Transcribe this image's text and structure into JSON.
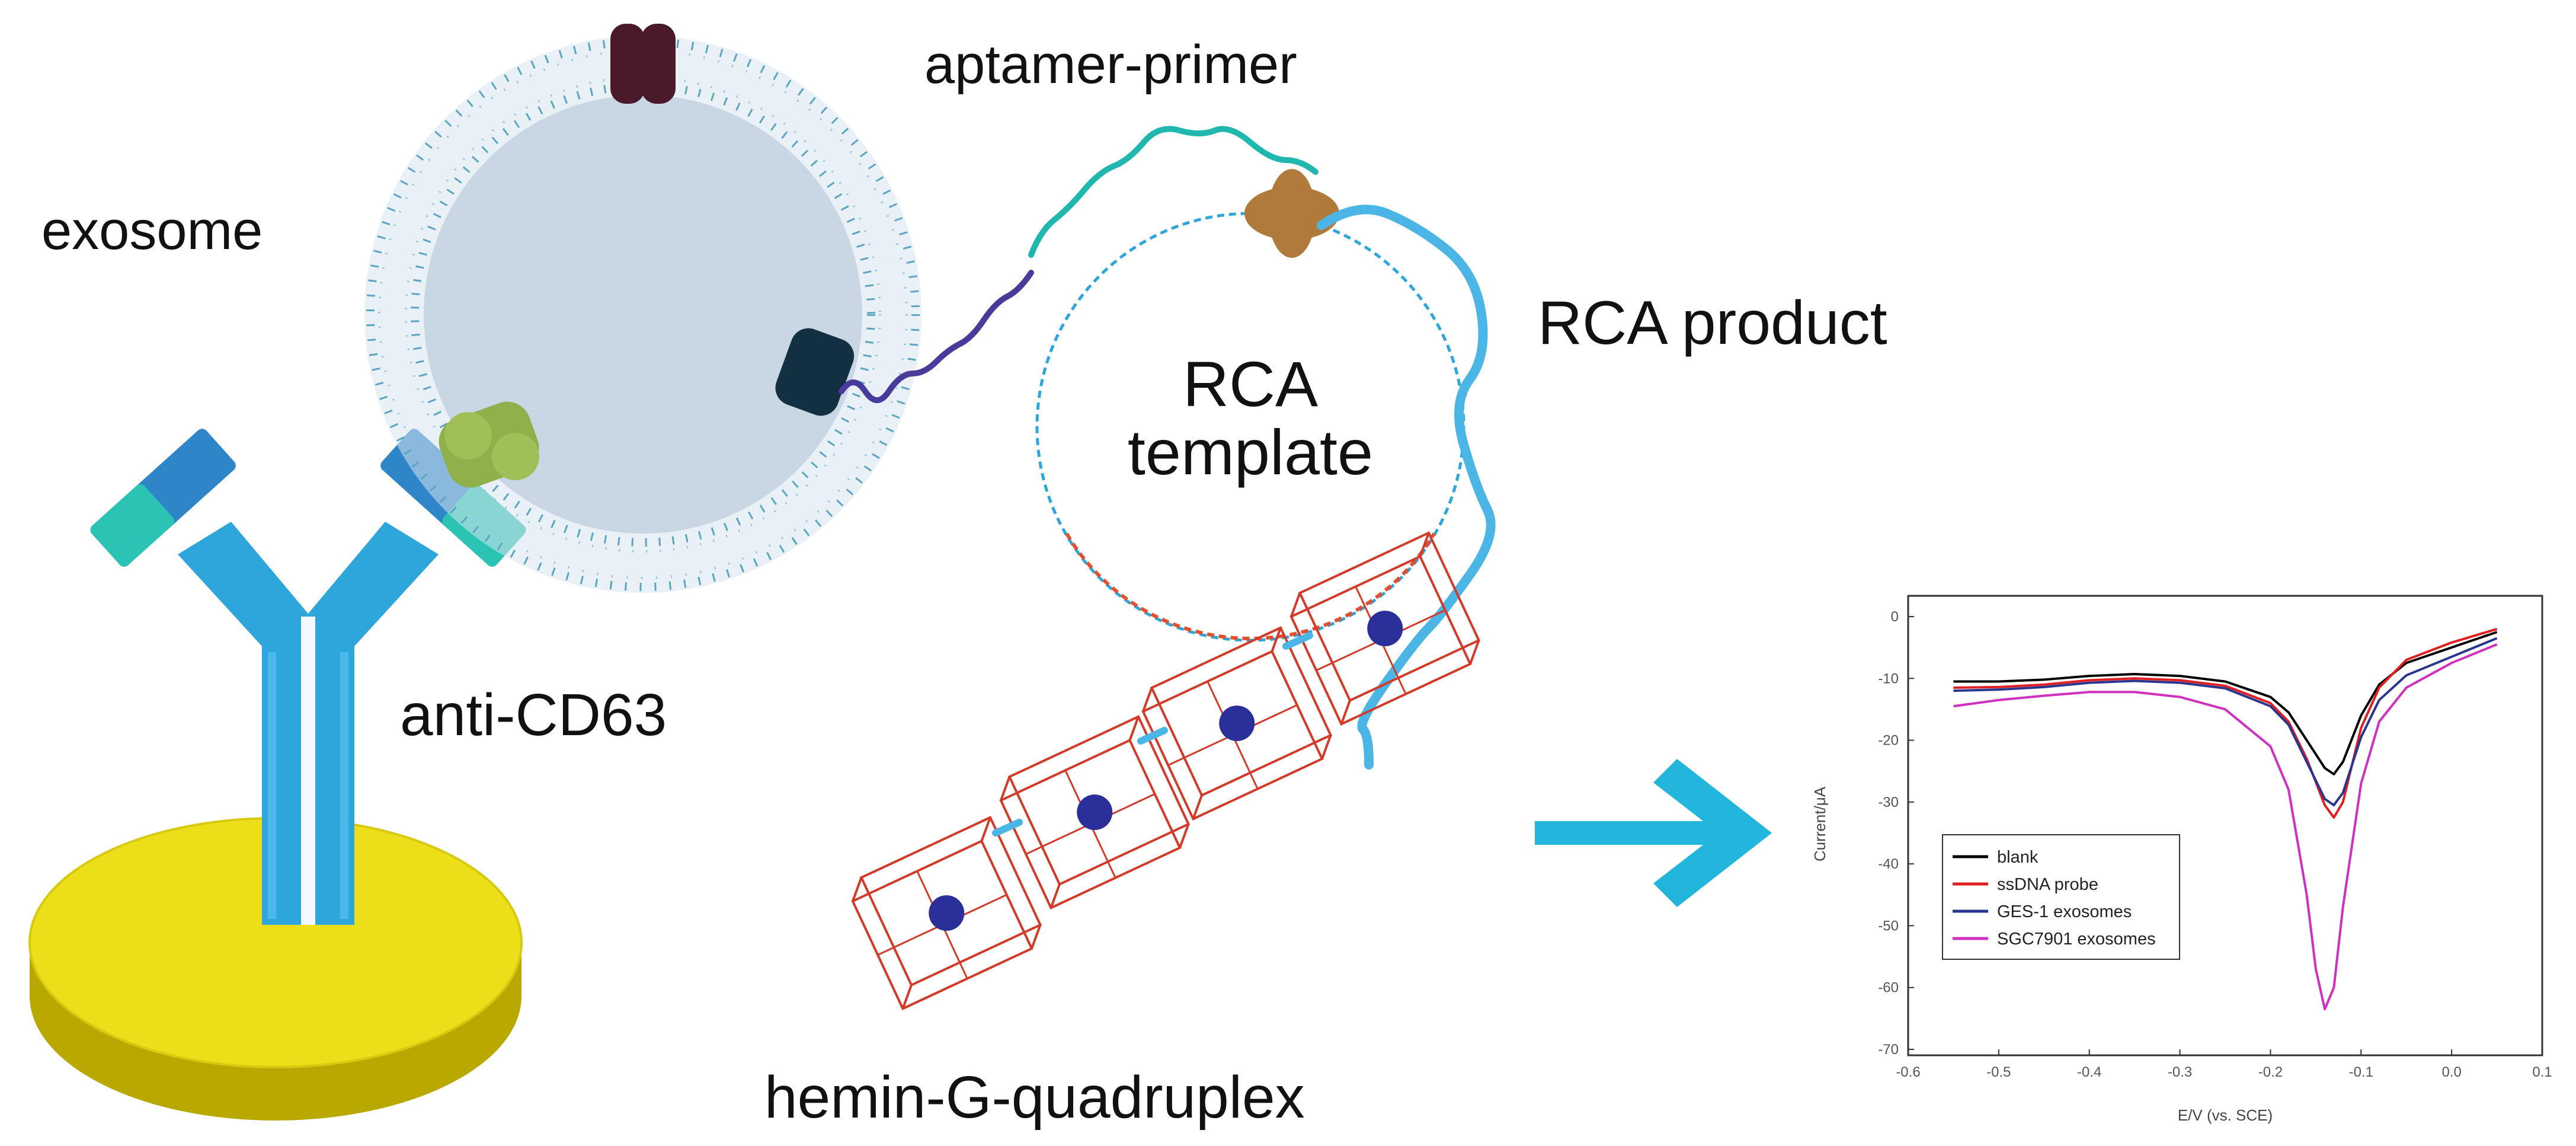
{
  "labels": {
    "exosome": "exosome",
    "aptamer_primer": "aptamer-primer",
    "rca_template_line1": "RCA",
    "rca_template_line2": "template",
    "rca_product": "RCA product",
    "anti_cd63": "anti-CD63",
    "hemin_g_quadruplex": "hemin-G-quadruplex"
  },
  "colors": {
    "gold": "#ecdf1a",
    "antibody": "#2ea6dc",
    "antibody_tip": "#2bc4b4",
    "membrane": "#5aa6c2",
    "vesicle_fill": "#c9d6e3",
    "aptamer_purple": "#4a3a9c",
    "aptamer_teal": "#1fb7ae",
    "template_blue": "#2ea6dc",
    "template_red": "#e05030",
    "rca_product": "#4bb6e6",
    "quadruplex": "#d23a2a",
    "hemin": "#2b2f9a",
    "arrow": "#22b6dc",
    "protein_dark": "#4a1a2a",
    "protein_green": "#8fb04a",
    "protein_navy": "#123040",
    "protein_brown": "#b07a3a"
  },
  "chart_data": {
    "type": "line",
    "xlabel": "E/V (vs. SCE)",
    "ylabel": "Current/μA",
    "xlim": [
      -0.6,
      0.1
    ],
    "ylim": [
      -70,
      0
    ],
    "xticks": [
      "-0.6",
      "-0.5",
      "-0.4",
      "-0.3",
      "-0.2",
      "-0.1",
      "0.0",
      "0.1"
    ],
    "yticks": [
      "0",
      "-10",
      "-20",
      "-30",
      "-40",
      "-50",
      "-60",
      "-70"
    ],
    "legend_position": "bottom-left",
    "series": [
      {
        "name": "blank",
        "color": "#000000",
        "x": [
          -0.55,
          -0.5,
          -0.45,
          -0.4,
          -0.35,
          -0.3,
          -0.25,
          -0.2,
          -0.18,
          -0.16,
          -0.14,
          -0.13,
          -0.12,
          -0.1,
          -0.08,
          -0.05,
          0.0,
          0.05
        ],
        "y": [
          -10.5,
          -10.5,
          -10.2,
          -9.6,
          -9.3,
          -9.6,
          -10.5,
          -13,
          -15.5,
          -20,
          -24.5,
          -25.5,
          -23.5,
          -16,
          -11,
          -7.5,
          -5,
          -2.5
        ]
      },
      {
        "name": "ssDNA probe",
        "color": "#e02020",
        "x": [
          -0.55,
          -0.5,
          -0.45,
          -0.4,
          -0.35,
          -0.3,
          -0.25,
          -0.2,
          -0.18,
          -0.16,
          -0.14,
          -0.13,
          -0.12,
          -0.1,
          -0.08,
          -0.05,
          0.0,
          0.05
        ],
        "y": [
          -11.5,
          -11.4,
          -11,
          -10.3,
          -10,
          -10.3,
          -11.2,
          -14,
          -17,
          -23,
          -30.5,
          -32.5,
          -30,
          -18,
          -11.5,
          -7,
          -4.2,
          -2
        ]
      },
      {
        "name": "GES-1 exosomes",
        "color": "#2a3590",
        "x": [
          -0.55,
          -0.5,
          -0.45,
          -0.4,
          -0.35,
          -0.3,
          -0.25,
          -0.2,
          -0.18,
          -0.16,
          -0.14,
          -0.13,
          -0.12,
          -0.1,
          -0.08,
          -0.05,
          0.0,
          0.05
        ],
        "y": [
          -12,
          -11.8,
          -11.4,
          -10.7,
          -10.4,
          -10.7,
          -11.6,
          -14.5,
          -17.5,
          -23.5,
          -29.5,
          -30.5,
          -28.5,
          -19.5,
          -13.5,
          -9.5,
          -6.5,
          -3.5
        ]
      },
      {
        "name": "SGC7901 exosomes",
        "color": "#d030c0",
        "x": [
          -0.55,
          -0.5,
          -0.45,
          -0.4,
          -0.35,
          -0.3,
          -0.25,
          -0.2,
          -0.18,
          -0.16,
          -0.15,
          -0.14,
          -0.13,
          -0.12,
          -0.1,
          -0.08,
          -0.05,
          0.0,
          0.05
        ],
        "y": [
          -14.5,
          -13.5,
          -12.8,
          -12.2,
          -12.2,
          -13,
          -15,
          -21,
          -28,
          -45,
          -57,
          -63.5,
          -60,
          -47,
          -27,
          -17,
          -11.5,
          -7.5,
          -4.5
        ]
      }
    ]
  }
}
